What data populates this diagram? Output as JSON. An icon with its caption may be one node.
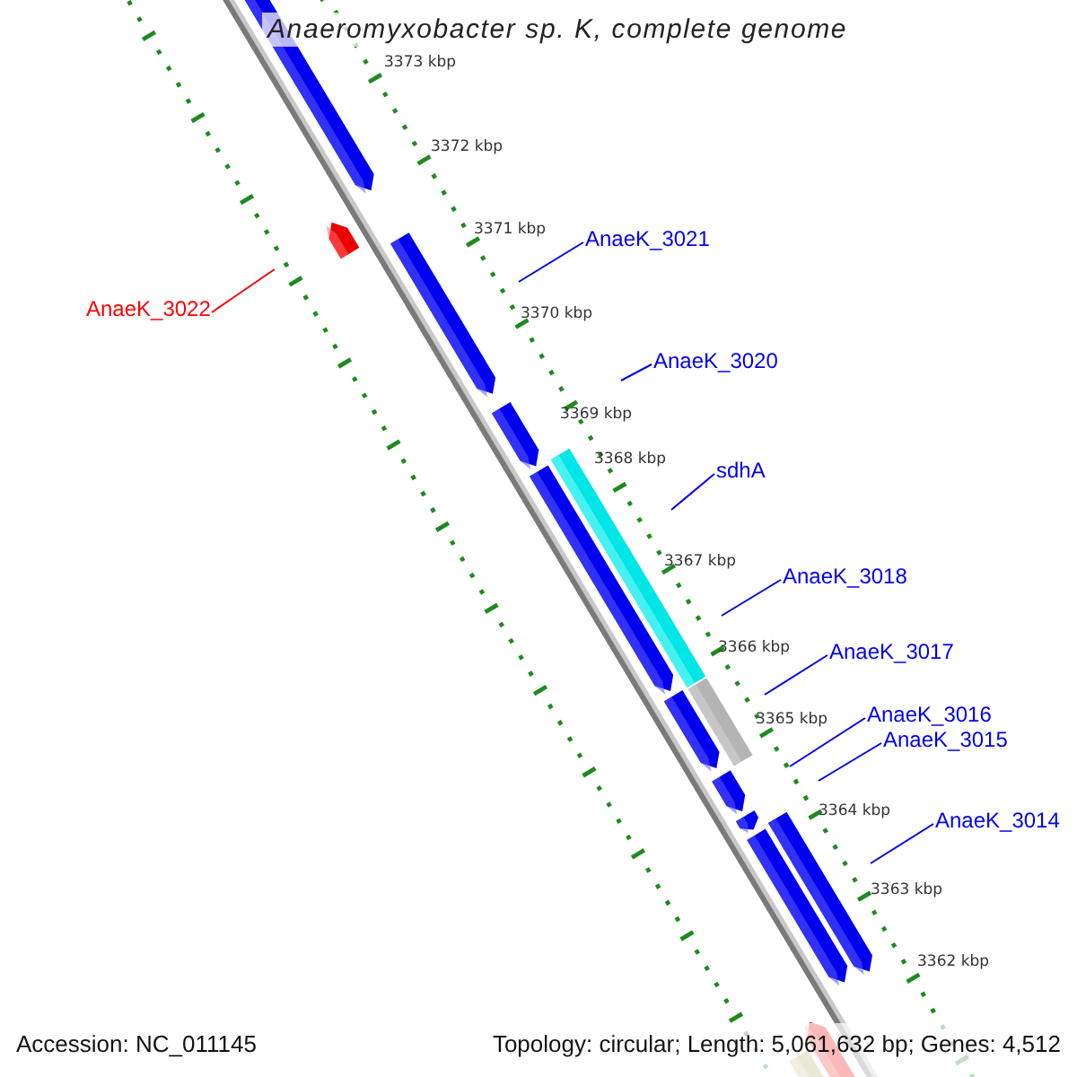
{
  "diagram": {
    "title": "Anaeromyxobacter sp. K, complete genome",
    "nodes": [
      {
        "text": [
          "AnaeK_3021"
        ]
      },
      {
        "text": [
          "AnaeK_3022"
        ]
      },
      {
        "text": [
          "AnaeK_3020"
        ]
      },
      {
        "text": [
          "sdhA"
        ]
      },
      {
        "text": [
          "AnaeK_3018"
        ]
      },
      {
        "text": [
          "AnaeK_3017"
        ]
      },
      {
        "text": [
          "AnaeK_3016"
        ]
      },
      {
        "text": [
          "AnaeK_3015"
        ]
      },
      {
        "text": [
          "AnaeK_3014"
        ]
      }
    ],
    "edges": [
      {
        "from": 0,
        "to": null,
        "arrow": "none"
      },
      {
        "from": 1,
        "to": null,
        "arrow": "none",
        "color": "#ff0000"
      },
      {
        "from": 2,
        "to": null,
        "arrow": "none"
      },
      {
        "from": 3,
        "to": null,
        "arrow": "none"
      },
      {
        "from": 4,
        "to": null,
        "arrow": "none"
      },
      {
        "from": 5,
        "to": null,
        "arrow": "none"
      },
      {
        "from": 6,
        "to": null,
        "arrow": "none"
      },
      {
        "from": 7,
        "to": null,
        "arrow": "none"
      },
      {
        "from": 8,
        "to": null,
        "arrow": "none"
      }
    ],
    "labels": [
      "3373 kbp",
      "3372 kbp",
      "3371 kbp",
      "3370 kbp",
      "3369 kbp",
      "3368 kbp",
      "3367 kbp",
      "3366 kbp",
      "3365 kbp",
      "3364 kbp",
      "3363 kbp",
      "3362 kbp",
      "Accession: NC_011145",
      "Topology: circular; Length: 5,061,632 bp; Genes: 4,512"
    ]
  }
}
